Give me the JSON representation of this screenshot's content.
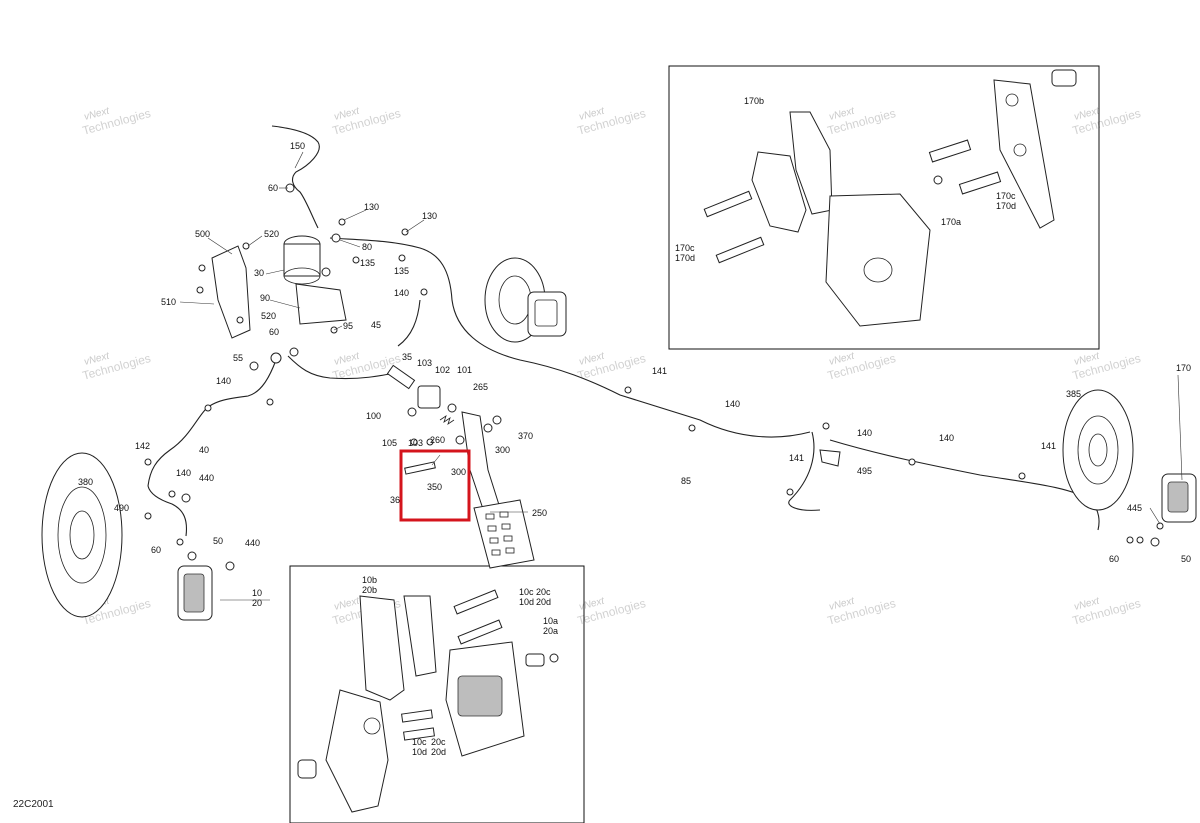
{
  "diagram_code": "22C2001",
  "watermark": {
    "line1": "vNext",
    "line2": "Technologies",
    "full": "vNext Technologies"
  },
  "highlight_color": "#d4141c",
  "callouts": [
    "150",
    "60",
    "130",
    "130",
    "80",
    "135",
    "135",
    "500",
    "520",
    "30",
    "510",
    "90",
    "95",
    "520",
    "60",
    "55",
    "45",
    "140",
    "35",
    "103",
    "102",
    "101",
    "265",
    "100",
    "105",
    "103",
    "260",
    "300",
    "370",
    "140",
    "142",
    "40",
    "140",
    "440",
    "490",
    "60",
    "50",
    "440",
    "380",
    "10",
    "20",
    "141",
    "140",
    "141",
    "140",
    "495",
    "85",
    "140",
    "141",
    "385",
    "170",
    "445",
    "50",
    "60",
    "350",
    "300",
    "36",
    "250",
    "170b",
    "170c",
    "170d",
    "170c",
    "170d",
    "170a",
    "10b",
    "20b",
    "10c",
    "20c",
    "10d",
    "20d",
    "10a",
    "20a",
    "10c",
    "10d",
    "20c",
    "20d"
  ]
}
